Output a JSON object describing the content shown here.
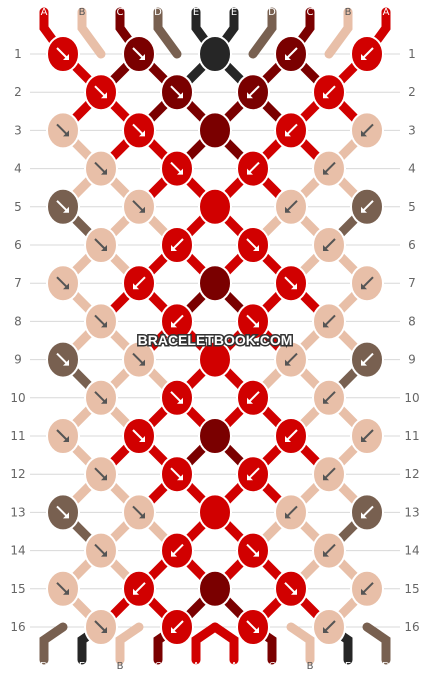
{
  "watermark": "BRACELETBOOK.COM",
  "row_labels": [
    "1",
    "2",
    "3",
    "4",
    "5",
    "6",
    "7",
    "8",
    "9",
    "10",
    "11",
    "12",
    "13",
    "14",
    "15",
    "16"
  ],
  "colors": {
    "A": "#d10000",
    "B": "#e8bfa8",
    "C": "#7a0000",
    "D": "#786050",
    "E": "#262626"
  },
  "strands_top": [
    "A",
    "B",
    "C",
    "D",
    "E",
    "E",
    "D",
    "C",
    "B",
    "A"
  ],
  "strands_bottom": [
    "D",
    "E",
    "B",
    "C",
    "A",
    "A",
    "C",
    "B",
    "E",
    "D"
  ],
  "knots": [
    [
      "A:se",
      "C:se",
      "E:x",
      "C:sw",
      "A:sw"
    ],
    [
      "A:se",
      "C:se",
      "C:sw",
      "A:sw"
    ],
    [
      "B:se",
      "A:se",
      "C:x",
      "A:sw",
      "B:sw"
    ],
    [
      "B:se",
      "A:se",
      "A:sw",
      "B:sw"
    ],
    [
      "D:se",
      "B:se",
      "A:x",
      "B:sw",
      "D:sw"
    ],
    [
      "B:se",
      "A:sw",
      "A:se",
      "B:sw"
    ],
    [
      "B:se",
      "A:sw",
      "C:x",
      "A:se",
      "B:sw"
    ],
    [
      "B:se",
      "A:sw",
      "A:se",
      "B:sw"
    ],
    [
      "D:se",
      "B:se",
      "A:x",
      "B:sw",
      "D:sw"
    ],
    [
      "B:se",
      "A:se",
      "A:sw",
      "B:sw"
    ],
    [
      "B:se",
      "A:se",
      "C:x",
      "A:sw",
      "B:sw"
    ],
    [
      "B:se",
      "A:se",
      "A:sw",
      "B:sw"
    ],
    [
      "D:se",
      "B:se",
      "A:x",
      "B:sw",
      "D:sw"
    ],
    [
      "B:se",
      "A:sw",
      "A:se",
      "B:sw"
    ],
    [
      "B:se",
      "A:sw",
      "C:x",
      "A:se",
      "B:sw"
    ],
    [
      "B:se",
      "A:sw",
      "A:se",
      "B:sw"
    ]
  ]
}
